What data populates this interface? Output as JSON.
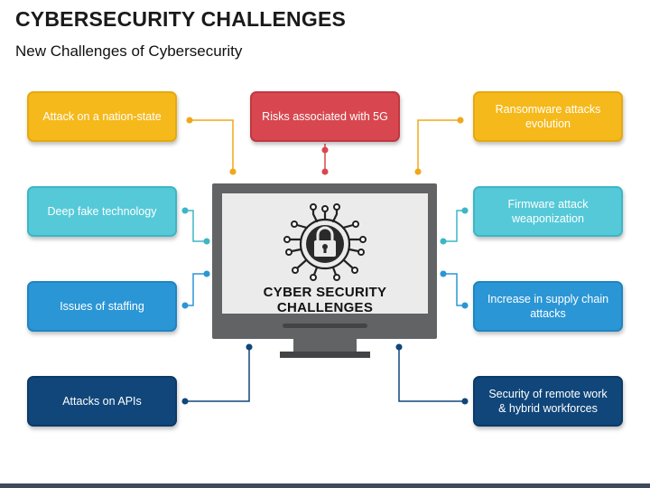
{
  "title": "CYBERSECURITY CHALLENGES",
  "subtitle": "New Challenges of Cybersecurity",
  "screen_label": "CYBER SECURITY CHALLENGES",
  "cards": {
    "nation_state": "Attack on a nation-state",
    "risks_5g": "Risks associated with 5G",
    "ransomware": "Ransomware attacks evolution",
    "deep_fake": "Deep fake technology",
    "firmware": "Firmware attack weaponization",
    "staffing": "Issues of staffing",
    "supply_chain": "Increase in supply chain attacks",
    "apis": "Attacks on APIs",
    "remote_work": "Security of remote work & hybrid workforces"
  },
  "icons": {
    "center": "padlock-circuit-icon"
  },
  "colors": {
    "yellow": "#f6b91b",
    "red": "#d8474f",
    "teal": "#55c9d8",
    "blue": "#2b96d6",
    "navy": "#10467a",
    "monitor": "#626365",
    "screen": "#ebebeb"
  }
}
